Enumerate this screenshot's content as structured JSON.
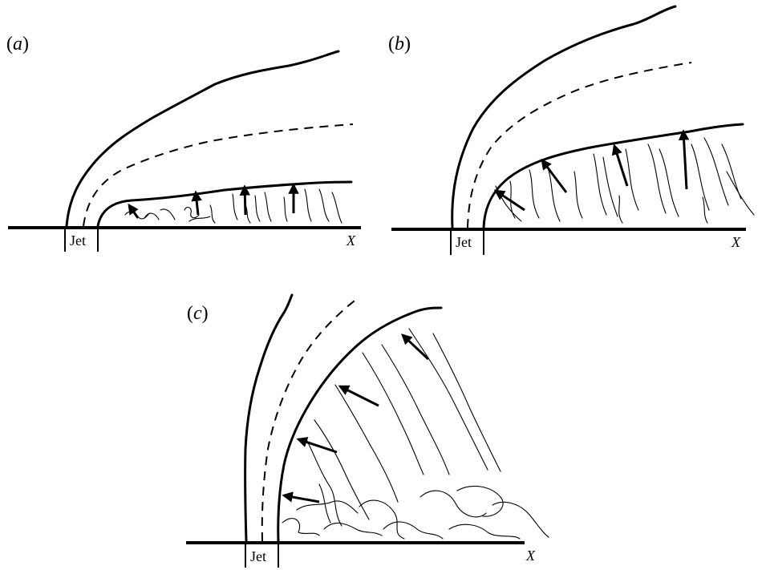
{
  "panels": [
    {
      "id": "a",
      "open": "(",
      "letter": "a",
      "close": ")",
      "jet_label": "Jet",
      "axis_label": "X"
    },
    {
      "id": "b",
      "open": "(",
      "letter": "b",
      "close": ")",
      "jet_label": "Jet",
      "axis_label": "X"
    },
    {
      "id": "c",
      "open": "(",
      "letter": "c",
      "close": ")",
      "jet_label": "Jet",
      "axis_label": "X"
    }
  ]
}
